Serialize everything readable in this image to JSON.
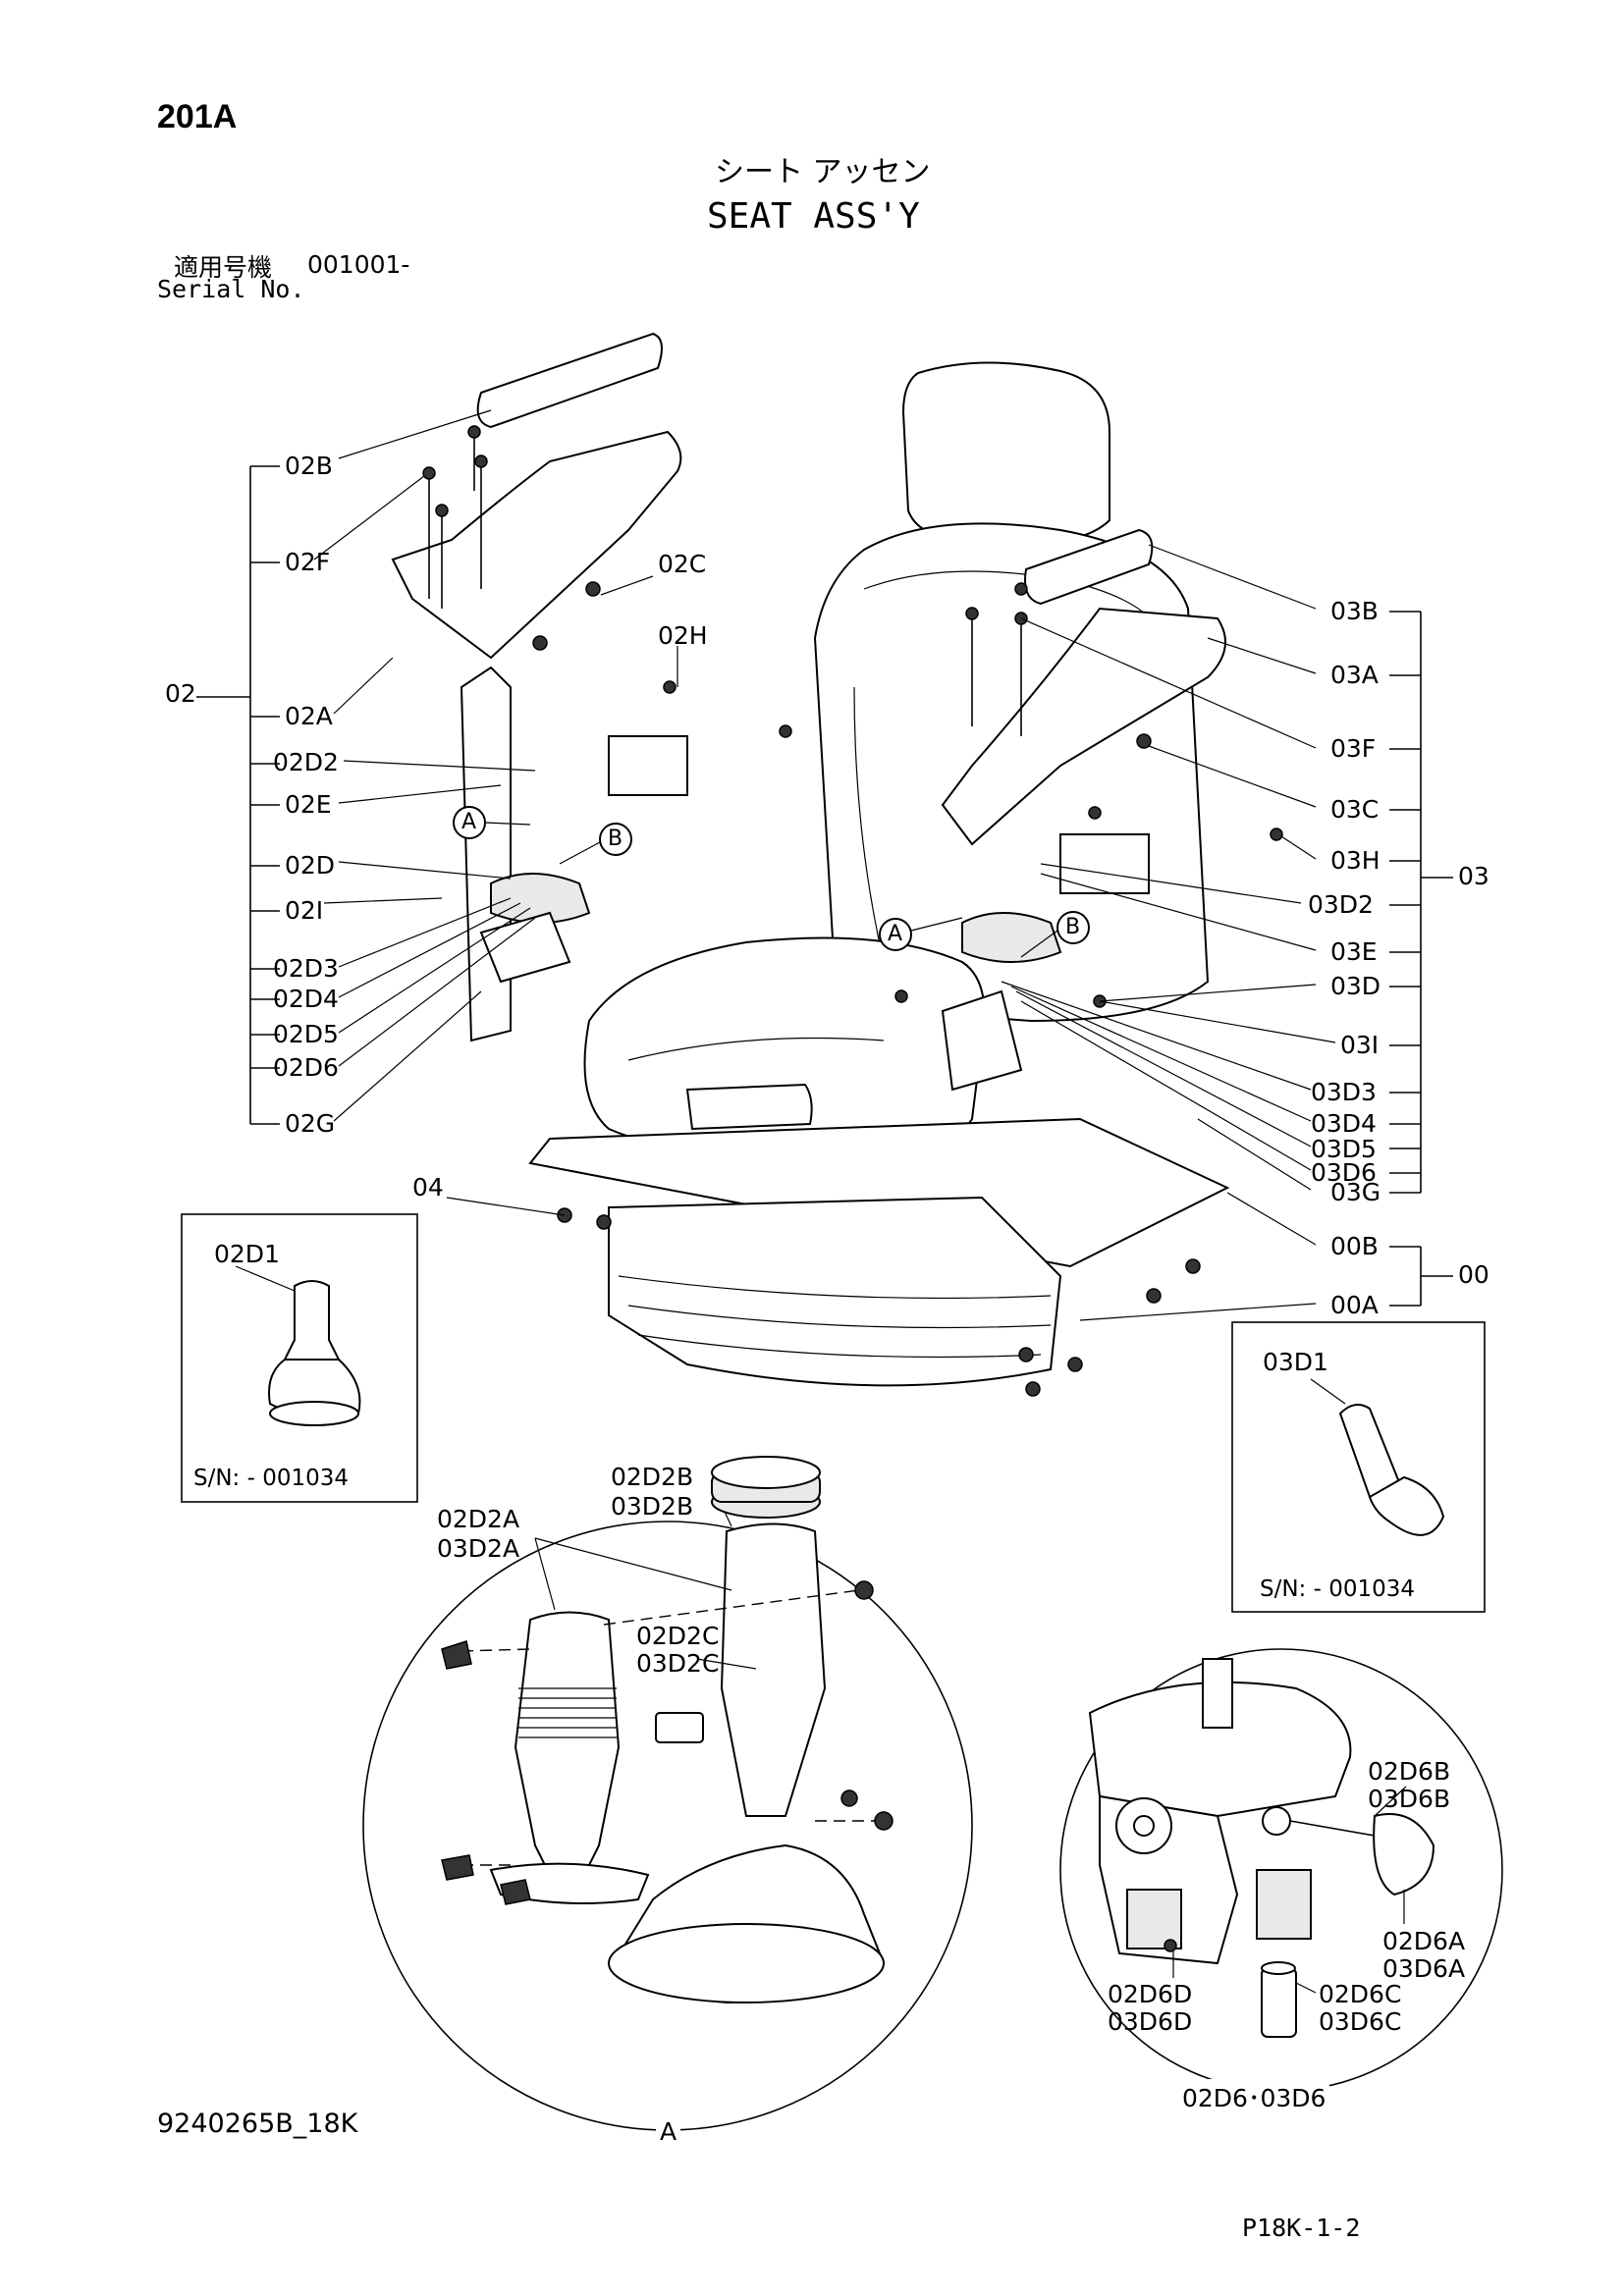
{
  "header": {
    "page_code": "201A",
    "title_jp": "シート アッセン",
    "title_en": "SEAT ASS'Y",
    "serial_label_jp": "適用号機",
    "serial_value": "001001-",
    "serial_label_en": "Serial No."
  },
  "left_group": {
    "group_code": "02",
    "items": [
      "02B",
      "02F",
      "02C",
      "02H",
      "02A",
      "02D2",
      "02E",
      "02D",
      "02I",
      "02D3",
      "02D4",
      "02D5",
      "02D6",
      "02G"
    ]
  },
  "right_group": {
    "group_code": "03",
    "items": [
      "03B",
      "03A",
      "03F",
      "03C",
      "03H",
      "03D2",
      "03E",
      "03D",
      "03I",
      "03D3",
      "03D4",
      "03D5",
      "03D6",
      "03G"
    ]
  },
  "base_group": {
    "group_code": "00",
    "items": [
      "00B",
      "00A"
    ],
    "bolt_code": "04"
  },
  "inset_left": {
    "part": "02D1",
    "note": "S/N: - 001034"
  },
  "inset_right": {
    "part": "03D1",
    "note": "S/N: - 001034"
  },
  "detail_a": {
    "label": "A",
    "callouts": [
      {
        "line1": "02D2B",
        "line2": "03D2B"
      },
      {
        "line1": "02D2A",
        "line2": "03D2A"
      },
      {
        "line1": "02D2C",
        "line2": "03D2C"
      }
    ]
  },
  "detail_d6": {
    "label": "02D6･03D6",
    "callouts": [
      {
        "line1": "02D6B",
        "line2": "03D6B"
      },
      {
        "line1": "02D6A",
        "line2": "03D6A"
      },
      {
        "line1": "02D6D",
        "line2": "03D6D"
      },
      {
        "line1": "02D6C",
        "line2": "03D6C"
      }
    ]
  },
  "footer": {
    "drawing_no": "9240265B_18K",
    "page_ref": "P18K-1-2"
  },
  "markers": {
    "a": "A",
    "b": "B"
  }
}
